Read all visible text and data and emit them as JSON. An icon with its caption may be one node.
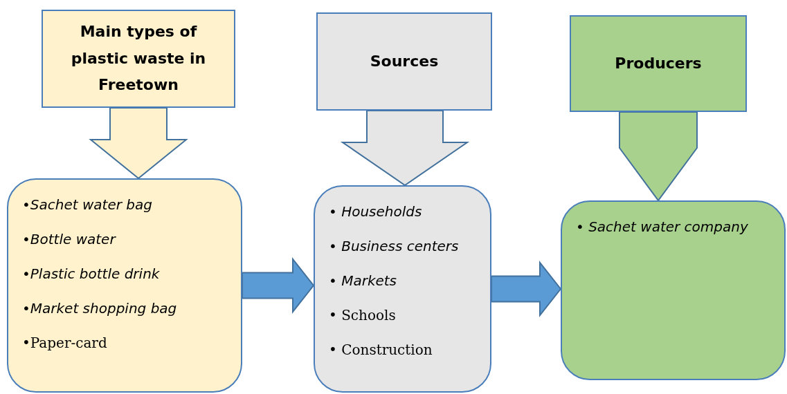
{
  "diagram": {
    "nodes": [
      {
        "text": [
          "Main types of plastic waste in Freetown"
        ]
      },
      {
        "text": [
          "Sources"
        ]
      },
      {
        "text": [
          "Producers"
        ]
      },
      {
        "text": [
          "•Sachet water bag",
          "•Bottle water",
          "•Plastic bottle drink",
          "•Market shopping bag",
          "•Paper-card"
        ]
      },
      {
        "text": [
          "• Households",
          "• Business centers",
          "• Markets",
          "• Schools",
          "• Construction"
        ]
      },
      {
        "text": [
          "• Sachet water company"
        ]
      }
    ],
    "edges": [
      {
        "from": 0,
        "to": 3,
        "arrow": "to"
      },
      {
        "from": 1,
        "to": 4,
        "arrow": "to"
      },
      {
        "from": 2,
        "to": 5,
        "arrow": "to"
      },
      {
        "from": 3,
        "to": 4,
        "arrow": "to",
        "color": "#5b9bd5"
      },
      {
        "from": 4,
        "to": 5,
        "arrow": "to",
        "color": "#5b9bd5"
      }
    ]
  }
}
